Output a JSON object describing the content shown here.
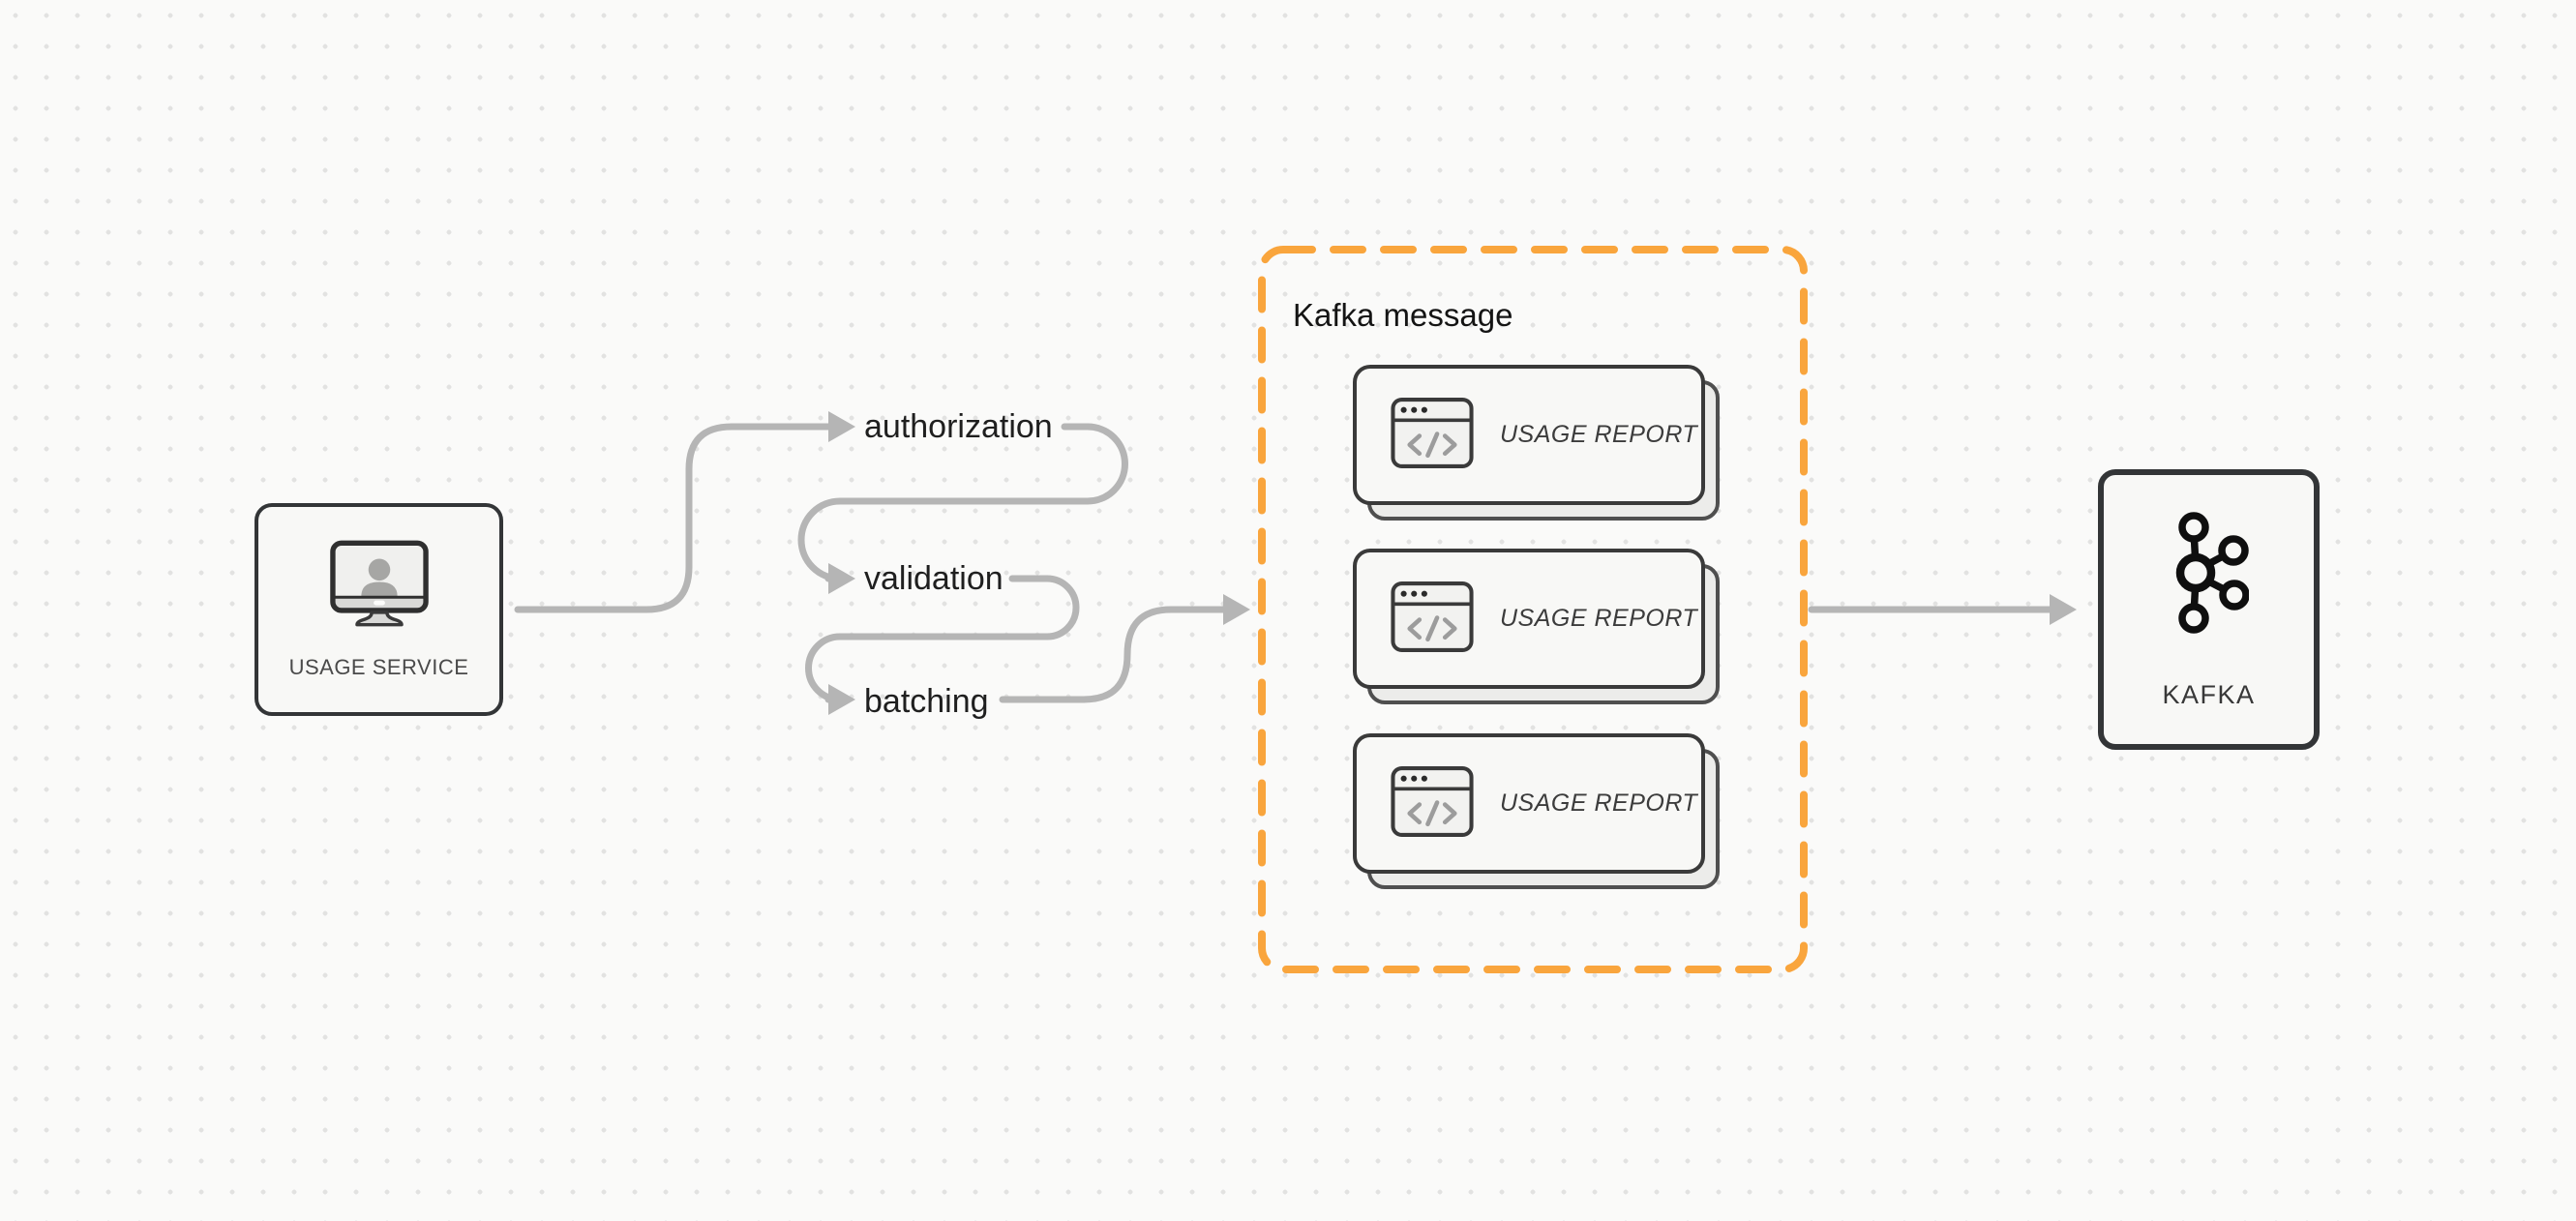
{
  "diagram": {
    "source_node": {
      "label": "USAGE SERVICE",
      "icon": "monitor-user-icon"
    },
    "flow_steps": [
      {
        "label": "authorization"
      },
      {
        "label": "validation"
      },
      {
        "label": "batching"
      }
    ],
    "message_group": {
      "title": "Kafka message",
      "border_style": "dashed",
      "cards": [
        {
          "label": "USAGE REPORT",
          "icon": "code-window-icon"
        },
        {
          "label": "USAGE REPORT",
          "icon": "code-window-icon"
        },
        {
          "label": "USAGE REPORT",
          "icon": "code-window-icon"
        }
      ]
    },
    "target_node": {
      "label": "KAFKA",
      "icon": "kafka-logo-icon"
    }
  },
  "colors": {
    "background": "#fafaf9",
    "dot_grid": "#e2e2e1",
    "connector_gray": "#b5b5b5",
    "accent_orange": "#f9a53d",
    "node_border": "#333537",
    "node_fill": "#f8f8f6",
    "card_back_fill": "#ececea",
    "label_text": "#1f1f1f"
  }
}
